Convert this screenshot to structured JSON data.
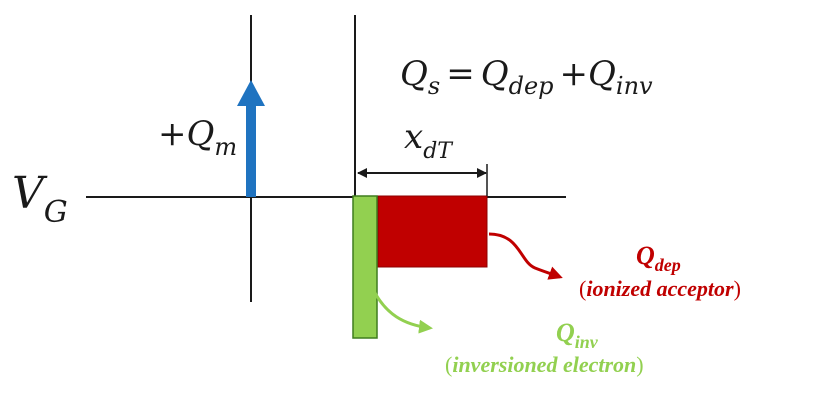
{
  "labels": {
    "vg_main": "V",
    "vg_sub": "G",
    "qm_prefix": "+Q",
    "qm_sub": "m",
    "eq_qs": "Q",
    "eq_qs_sub": "s",
    "eq_equals": "=",
    "eq_qdep": "Q",
    "eq_qdep_sub": "dep",
    "eq_plus": "+",
    "eq_qinv": "Q",
    "eq_qinv_sub": "inv",
    "xdt_main": "x",
    "xdt_sub": "dT",
    "qdep_main": "Q",
    "qdep_sub": "dep",
    "qdep_desc": "ionized acceptor",
    "qinv_main": "Q",
    "qinv_sub": "inv",
    "qinv_desc": "inversioned electron"
  },
  "colors": {
    "axis": "#1a1a1a",
    "arrow_blue": "#1f73c0",
    "depletion_red": "#c00000",
    "inversion_green": "#92d050",
    "label_red": "#c00000",
    "label_green": "#92d050"
  }
}
